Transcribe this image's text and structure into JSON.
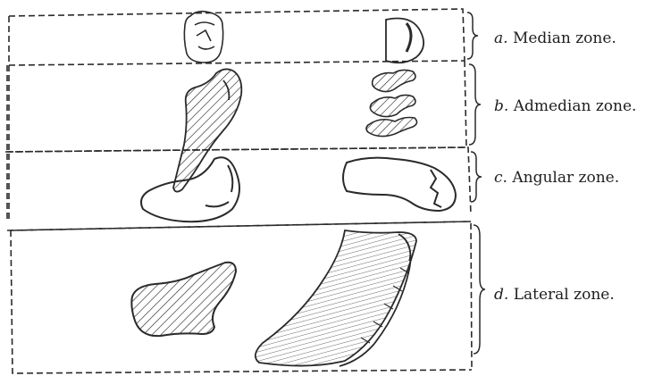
{
  "zones": [
    {
      "id": "a",
      "letter": "a.",
      "text": "Median zone."
    },
    {
      "id": "b",
      "letter": "b.",
      "text": "Admedian zone."
    },
    {
      "id": "c",
      "letter": "c.",
      "text": "Angular zone."
    },
    {
      "id": "d",
      "letter": "d.",
      "text": "Lateral zone."
    }
  ],
  "colors": {
    "ink": "#2a2a2a",
    "paper": "#ffffff"
  }
}
